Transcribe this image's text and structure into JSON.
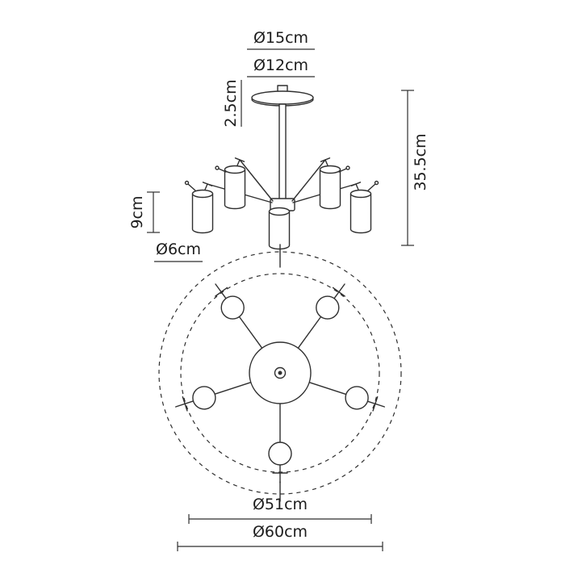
{
  "diagram": {
    "type": "technical-dimension-drawing",
    "subject": "5-light ceiling spotlight fitting, side elevation and plan view",
    "side_view_labels": {
      "canopy_outer_diameter": "Ø15cm",
      "canopy_inner_diameter": "Ø12cm",
      "canopy_height": "2.5cm",
      "overall_height": "35.5cm",
      "shade_height": "9cm",
      "shade_diameter": "Ø6cm"
    },
    "plan_view_labels": {
      "arm_circle_diameter": "Ø51cm",
      "overall_diameter": "Ø60cm"
    },
    "colors": {
      "line": "#2f2f2f",
      "text": "#1c1c1c",
      "background": "#ffffff"
    }
  }
}
